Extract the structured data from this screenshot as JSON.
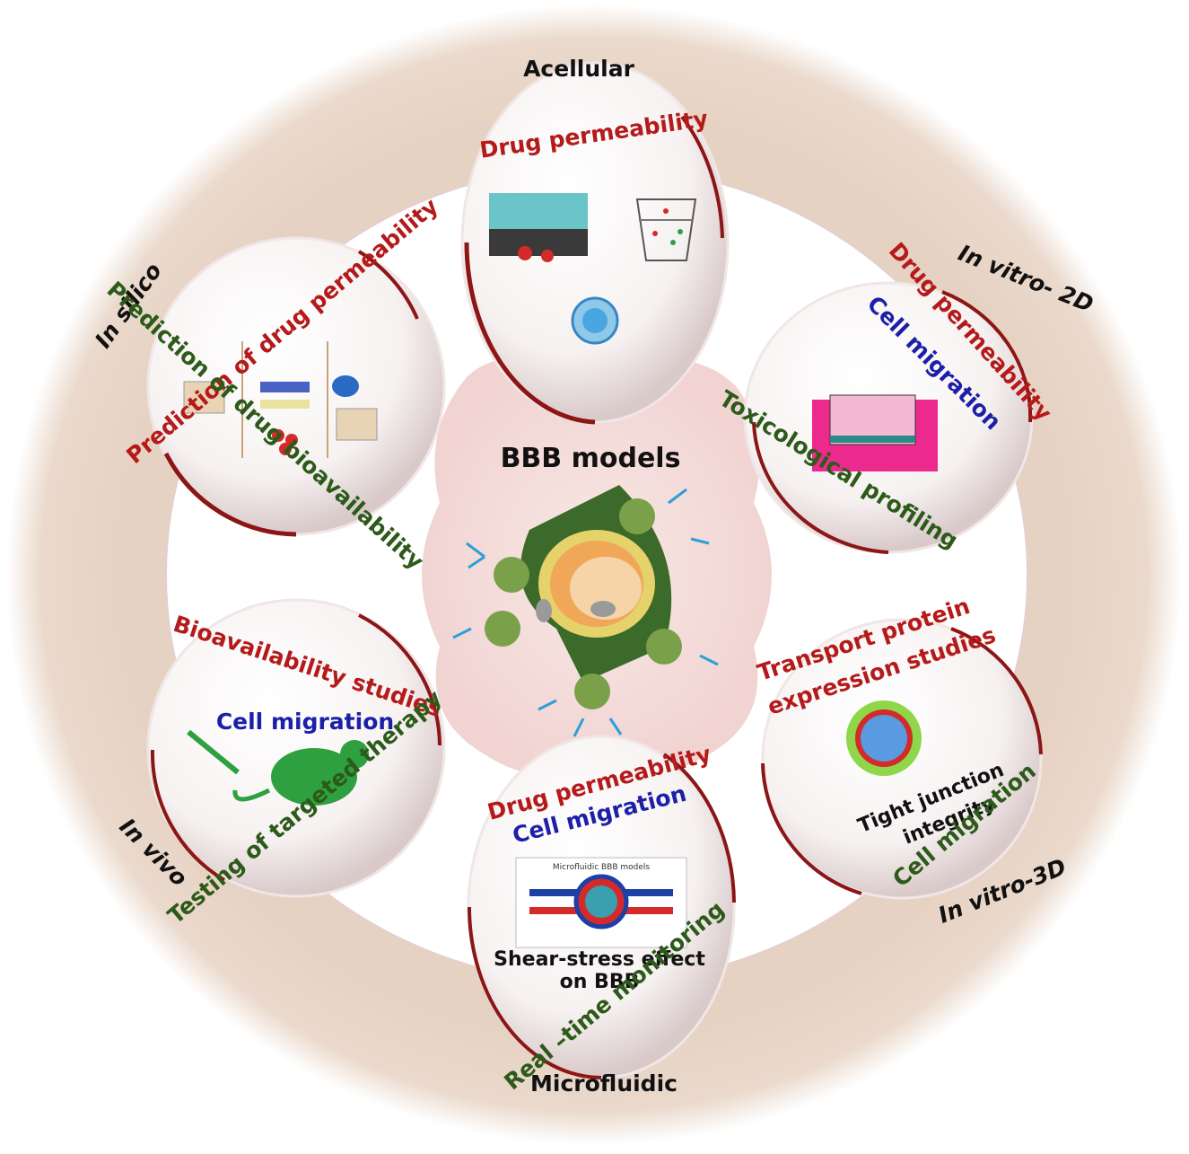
{
  "center": {
    "title": "BBB models"
  },
  "categories": {
    "acellular": "Acellular",
    "in_silico": "In silico",
    "in_vitro_2d": "In vitro- 2D",
    "in_vitro_3d": "In vitro-3D",
    "in_vivo": "In vivo",
    "microfluidic": "Microfluidic"
  },
  "circles": {
    "acellular": {
      "line1": "Drug permeability"
    },
    "in_silico": {
      "line1": "Prediction of drug permeability",
      "line2": "Prediction of drug bioavailability"
    },
    "in_vitro_2d": {
      "line1": "Drug permeability",
      "line2": "Cell migration",
      "line3": "Toxicological profiling"
    },
    "in_vitro_3d": {
      "line1": "Transport protein",
      "line2": "expression studies",
      "line3": "Tight junction",
      "line4": "integrity",
      "line5": "Cell migration"
    },
    "in_vivo": {
      "line1": "Bioavailability  studies",
      "line2": "Cell migration",
      "line3": "Testing of targeted therapy"
    },
    "microfluidic": {
      "line1": "Drug permeability",
      "line2": "Cell migration",
      "line3": "Shear-stress effect",
      "line4": "on BBB",
      "line5": "Real –time monitoring",
      "inset_title": "Microfluidic BBB models"
    }
  },
  "colors": {
    "red": "#b51a1a",
    "blue": "#1c1fa8",
    "green": "#2c5a19",
    "outer_ring": "#e6d2c3",
    "circle_rim": "#8c1616"
  }
}
